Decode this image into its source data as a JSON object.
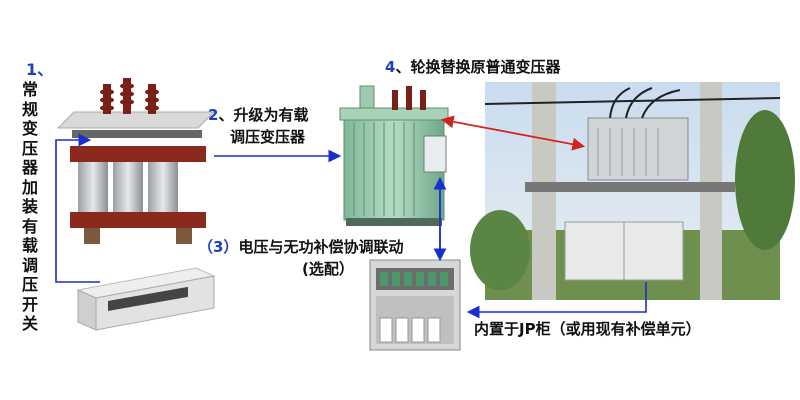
{
  "labels": {
    "step1_num": "1、",
    "step1_text": "常规变压器加装有载调压开关",
    "step2_num": "2",
    "step2_line1": "、升级为有载",
    "step2_line2": "调压变压器",
    "step3_num": "（3）",
    "step3_line1": "电压与无功补偿协调联动",
    "step3_line2": "(选配）",
    "step4_num": "4",
    "step4_text": "、轮换替换原普通变压器",
    "jp_label": "内置于JP柜（或用现有补偿单元）"
  },
  "colors": {
    "arrow_blue": "#1a2fd0",
    "arrow_red": "#d0241c",
    "step_number_blue": "#1f3fbf",
    "transformer_green": "#8fc5a8"
  }
}
